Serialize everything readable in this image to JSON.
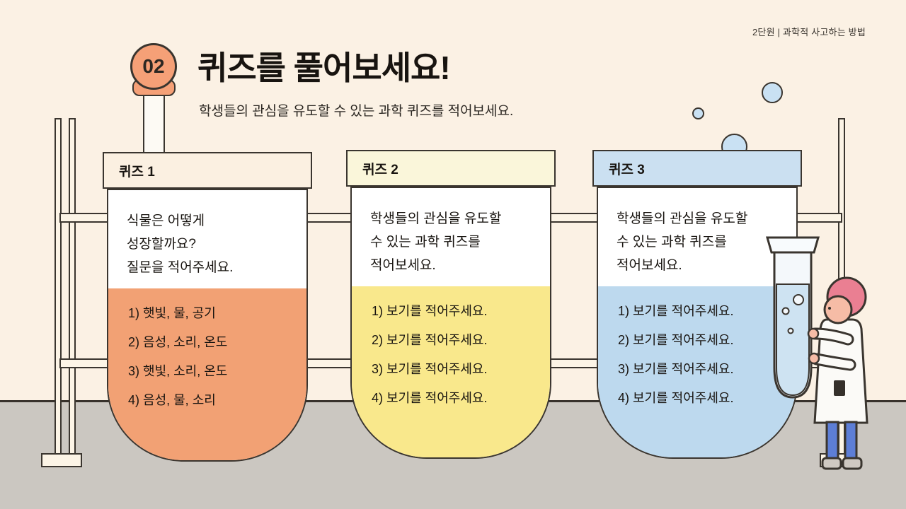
{
  "meta": {
    "unit_label": "2단원 | 과학적 사고하는 방법"
  },
  "header": {
    "badge": "02",
    "title": "퀴즈를 풀어보세요!",
    "subtitle": "학생들의 관심을 유도할 수 있는 과학 퀴즈를 적어보세요."
  },
  "cards": [
    {
      "label": "퀴즈 1",
      "question_lines": [
        "식물은 어떻게",
        "성장할까요?",
        "질문을 적어주세요."
      ],
      "answers": [
        "1) 햇빛, 물, 공기",
        "2) 음성, 소리, 온도",
        "3) 햇빛, 소리, 온도",
        "4) 음성, 물, 소리"
      ],
      "accent": "#F2A174",
      "header_bg": "#FBF0E1"
    },
    {
      "label": "퀴즈 2",
      "question_lines": [
        "학생들의 관심을 유도할",
        "수 있는 과학 퀴즈를",
        "적어보세요."
      ],
      "answers": [
        "1) 보기를 적어주세요.",
        "2) 보기를 적어주세요.",
        "3) 보기를 적어주세요.",
        "4) 보기를 적어주세요."
      ],
      "accent": "#F9E88C",
      "header_bg": "#FAF6DA"
    },
    {
      "label": "퀴즈 3",
      "question_lines": [
        "학생들의 관심을 유도할",
        "수 있는 과학 퀴즈를",
        "적어보세요."
      ],
      "answers": [
        "1) 보기를 적어주세요.",
        "2) 보기를 적어주세요.",
        "3) 보기를 적어주세요.",
        "4) 보기를 적어주세요."
      ],
      "accent": "#BDD9EE",
      "header_bg": "#CBE0F1"
    }
  ],
  "colors": {
    "background": "#FBF1E4",
    "floor": "#CBC7C1",
    "outline": "#3A352F",
    "badge": "#F5A077",
    "bubble": "#C9E1F3",
    "pants": "#5D7ED6",
    "hair": "#EA7F92",
    "liquid": "#CEE3F2"
  },
  "decor": {
    "illustration": "scientist-holding-test-tube",
    "stand": "lab-stand",
    "bubbles_count": 3
  }
}
